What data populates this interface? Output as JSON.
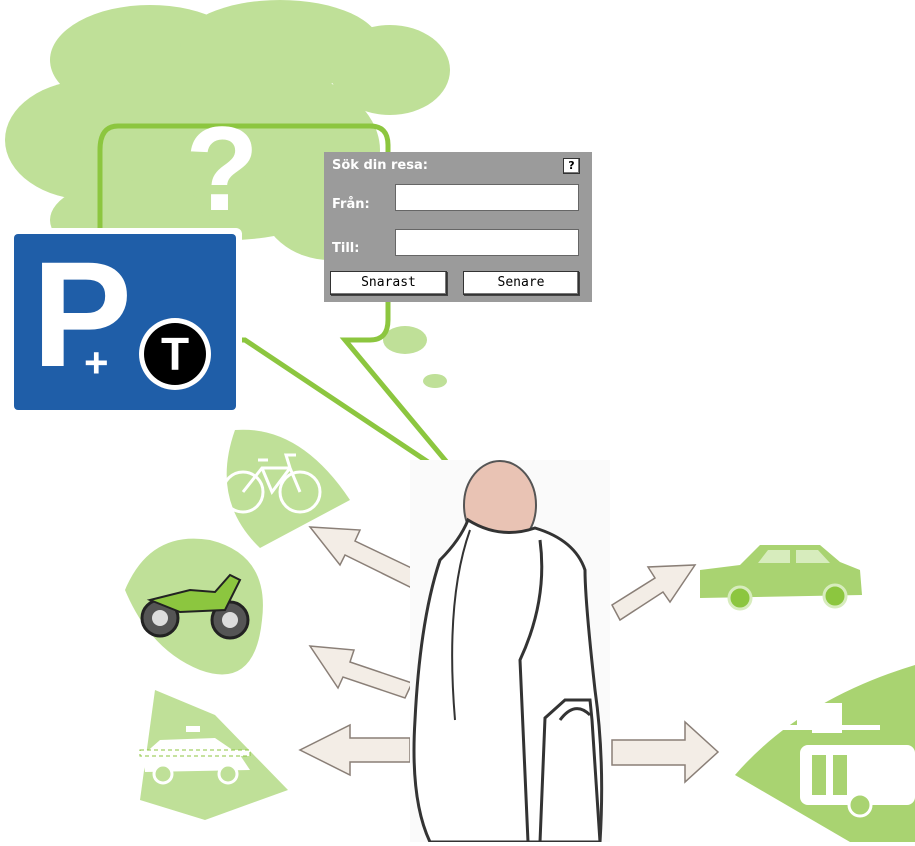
{
  "thought_bubble": {
    "symbol": "?"
  },
  "parking_sign": {
    "letter": "P",
    "plus": "+",
    "transit": "T",
    "background": "#1f5ea8"
  },
  "search_widget": {
    "title": "Sök din resa:",
    "help": "?",
    "from_label": "Från:",
    "from_value": "",
    "to_label": "Till:",
    "to_value": "",
    "button_soonest": "Snarast",
    "button_later": "Senare"
  },
  "colors": {
    "green": "#b5d98a",
    "green_dark": "#8cc63f",
    "arrow_fill": "#f3ede6",
    "arrow_stroke": "#8a7f77",
    "widget_bg": "#9b9b9b"
  },
  "transport_options": [
    {
      "icon": "bicycle-icon"
    },
    {
      "icon": "motorcycle-icon"
    },
    {
      "icon": "taxi-icon"
    },
    {
      "icon": "car-icon"
    },
    {
      "icon": "bus-city-icon"
    }
  ]
}
